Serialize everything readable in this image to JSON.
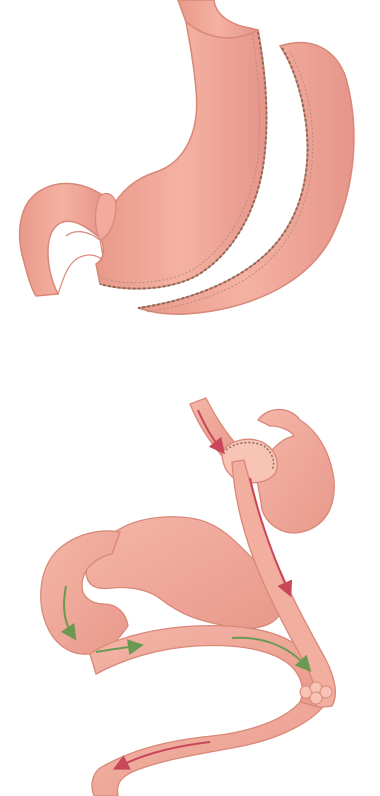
{
  "illustrations": [
    {
      "id": "sleeve-gastrectomy",
      "parts": [
        "esophagus",
        "gastric-sleeve",
        "duodenum",
        "removed-stomach-portion",
        "staple-lines"
      ]
    },
    {
      "id": "gastric-bypass",
      "parts": [
        "esophagus",
        "gastric-pouch",
        "remnant-stomach",
        "roux-limb",
        "biliopancreatic-limb",
        "jejunojejunostomy",
        "common-channel",
        "flow-arrows"
      ]
    }
  ],
  "colors": {
    "tissue": "#f0a898",
    "tissue_dark": "#d98878",
    "tissue_light": "#f7c4b6",
    "staple": "#8a6a5a",
    "flow_arrow_food": "#c9475a",
    "flow_arrow_bile": "#6a9a52"
  }
}
